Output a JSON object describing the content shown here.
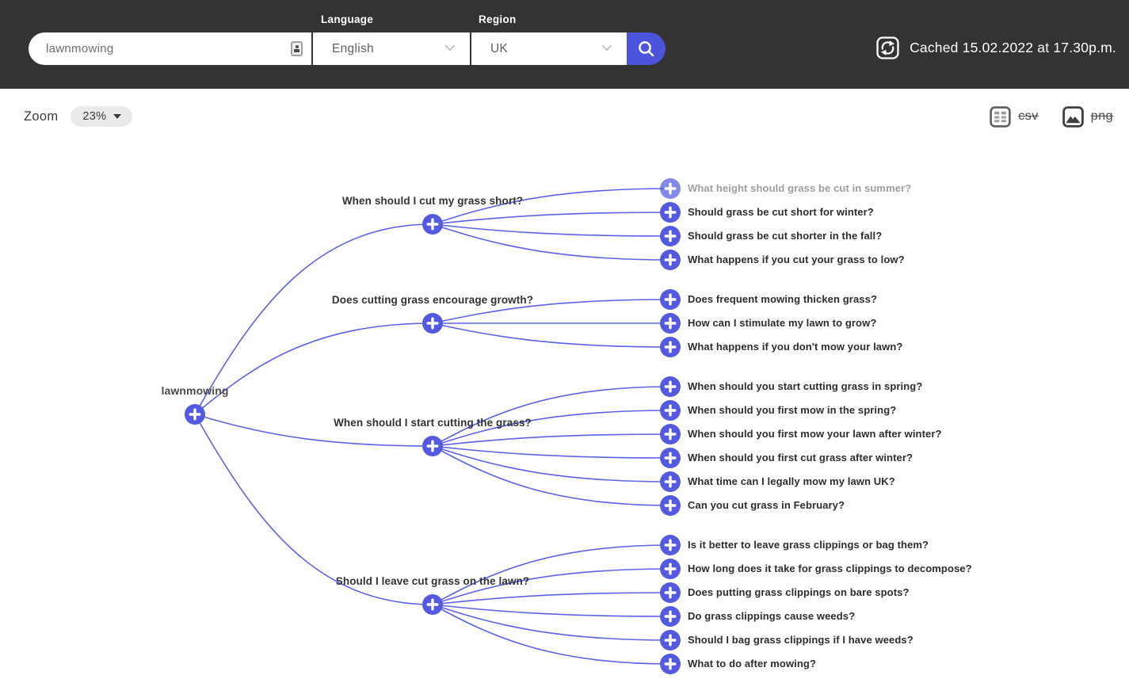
{
  "header": {
    "search": {
      "value": "lawnmowing"
    },
    "language_label": "Language",
    "language_value": "English",
    "region_label": "Region",
    "region_value": "UK",
    "cached_text": "Cached 15.02.2022 at 17.30p.m."
  },
  "toolbar": {
    "zoom_label": "Zoom",
    "zoom_value": "23%",
    "csv_label": "csv",
    "png_label": "png"
  },
  "colors": {
    "topbar": "#333333",
    "accent": "#4c54dc",
    "node": "#535ae0",
    "link": "#5b62e8",
    "muted_text": "#9e9e9e",
    "text": "#2d2d2d"
  },
  "tree": {
    "root": {
      "label": "lawnmowing"
    },
    "branches": [
      {
        "label": "When should I cut my grass short?",
        "children": [
          {
            "label": "What height should grass be cut in summer?",
            "muted": true
          },
          {
            "label": "Should grass be cut short for winter?"
          },
          {
            "label": "Should grass be cut shorter in the fall?"
          },
          {
            "label": "What happens if you cut your grass to low?"
          }
        ]
      },
      {
        "label": "Does cutting grass encourage growth?",
        "children": [
          {
            "label": "Does frequent mowing thicken grass?"
          },
          {
            "label": "How can I stimulate my lawn to grow?"
          },
          {
            "label": "What happens if you don't mow your lawn?"
          }
        ]
      },
      {
        "label": "When should I start cutting the grass?",
        "children": [
          {
            "label": "When should you start cutting grass in spring?"
          },
          {
            "label": "When should you first mow in the spring?"
          },
          {
            "label": "When should you first mow your lawn after winter?"
          },
          {
            "label": "When should you first cut grass after winter?"
          },
          {
            "label": "What time can I legally mow my lawn UK?"
          },
          {
            "label": "Can you cut grass in February?"
          }
        ]
      },
      {
        "label": "Should I leave cut grass on the lawn?",
        "children": [
          {
            "label": "Is it better to leave grass clippings or bag them?"
          },
          {
            "label": "How long does it take for grass clippings to decompose?"
          },
          {
            "label": "Does putting grass clippings on bare spots?"
          },
          {
            "label": "Do grass clippings cause weeds?"
          },
          {
            "label": "Should I bag grass clippings if I have weeds?"
          },
          {
            "label": "What to do after mowing?"
          }
        ]
      }
    ]
  }
}
